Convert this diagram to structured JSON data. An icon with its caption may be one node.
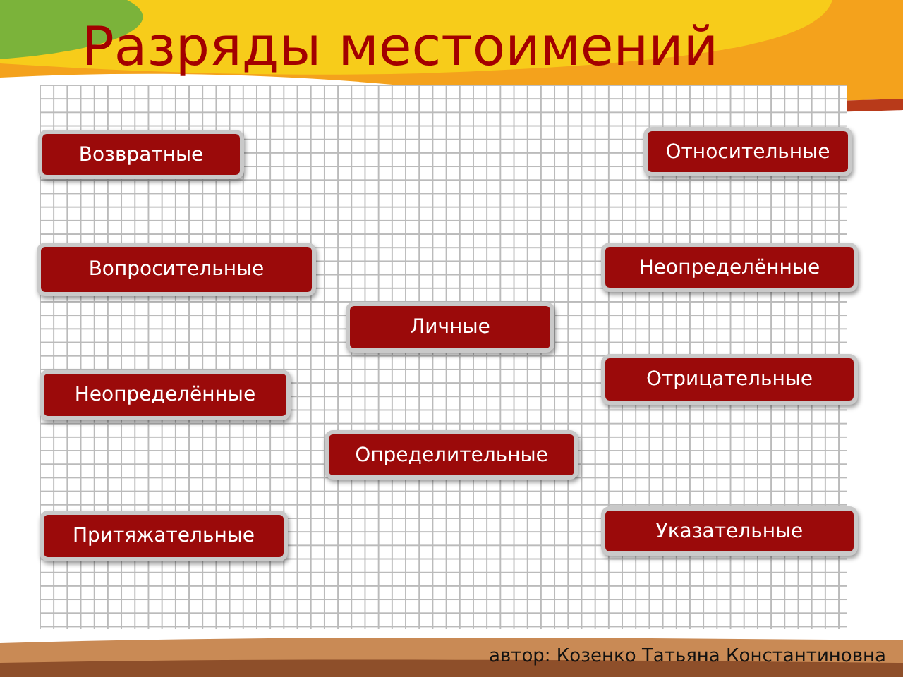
{
  "diagram": {
    "title": "Разряды местоимений",
    "nodes": [
      {
        "text": [
          "Возвратные"
        ]
      },
      {
        "text": [
          "Относительные"
        ]
      },
      {
        "text": [
          "Вопросительные"
        ]
      },
      {
        "text": [
          "Неопределённые"
        ]
      },
      {
        "text": [
          "Личные"
        ]
      },
      {
        "text": [
          "Отрицательные"
        ]
      },
      {
        "text": [
          "Неопределённые"
        ]
      },
      {
        "text": [
          "Определительные"
        ]
      },
      {
        "text": [
          "Указательные"
        ]
      },
      {
        "text": [
          "Притяжательные"
        ]
      }
    ],
    "labels": [
      "автор: Козенко Татьяна Константиновна"
    ]
  }
}
